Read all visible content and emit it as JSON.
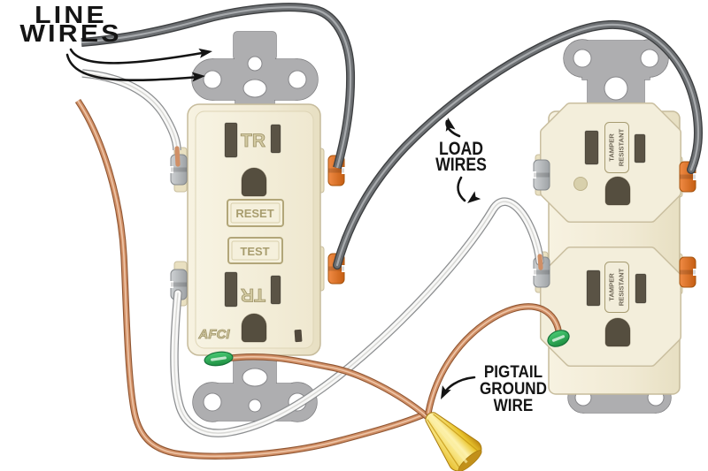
{
  "annotations": {
    "line_wires": {
      "line1": "LINE",
      "line2": "WIRES"
    },
    "load_wires": {
      "line1": "LOAD",
      "line2": "WIRES"
    },
    "pigtail_ground_wire": {
      "line1": "PIGTAIL",
      "line2": "GROUND",
      "line3": "WIRE"
    }
  },
  "afci_outlet": {
    "tamper_resistant_marking_top": "TR",
    "tamper_resistant_marking_bottom": "TR",
    "reset_button_label": "RESET",
    "test_button_label": "TEST",
    "device_label": "AFCI"
  },
  "duplex_outlet": {
    "tamper_label_line1": "TAMPER",
    "tamper_label_line2": "RESISTANT"
  },
  "colors": {
    "body": "#f1ead4",
    "strap": "#aeaeb0",
    "copper": "#d08f66",
    "gray_wire": "#6d7073",
    "white_wire": "#f8f8f7",
    "wire_nut": "#f2cf3a",
    "ground_screw": "#2fae57",
    "brass_screw": "#e0762f",
    "silver_screw": "#b9bcbe",
    "slot": "#5a5345",
    "emboss": "#b3a97e",
    "label_text": "#151515"
  }
}
